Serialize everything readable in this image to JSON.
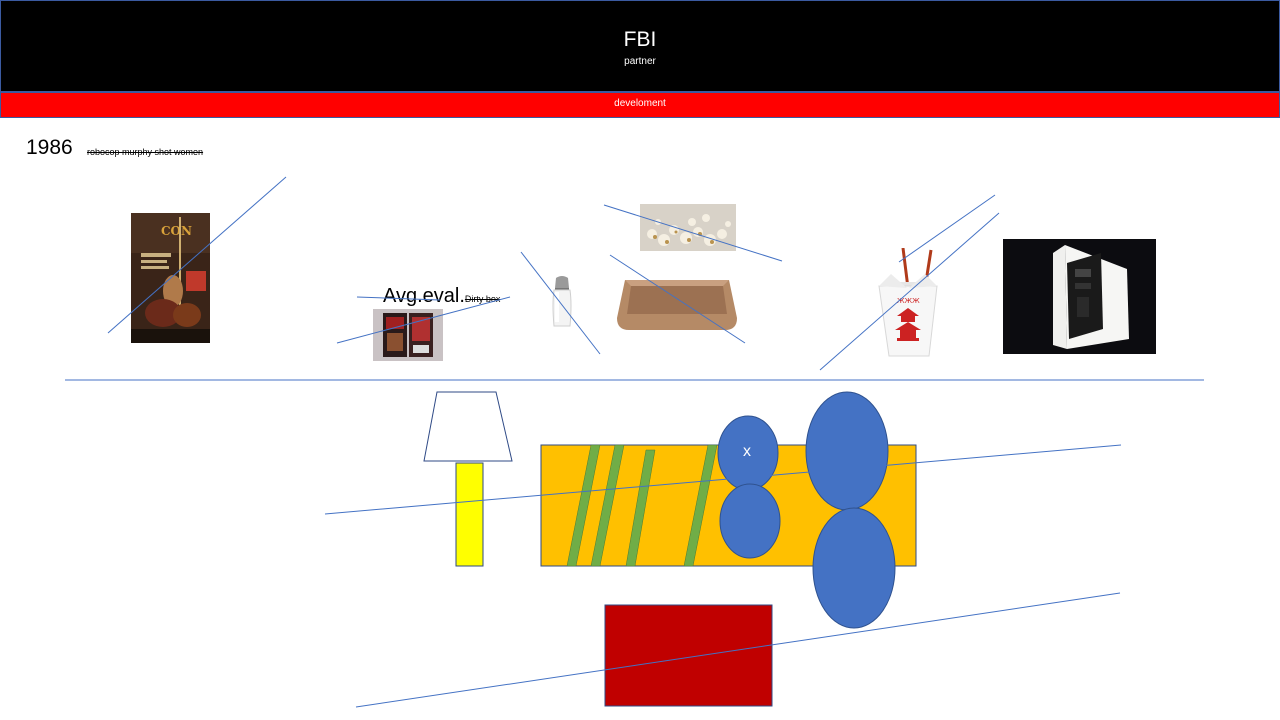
{
  "header": {
    "title": "FBI",
    "subtitle": "partner"
  },
  "band": {
    "label": "develoment"
  },
  "timeline": {
    "year": "1986",
    "note": "robocop murphy shot women"
  },
  "annotation": {
    "main": "Avg.eval.",
    "sub": "Dirty box"
  },
  "shape_label": "x",
  "colors": {
    "header_bg": "#000000",
    "band_bg": "#ff0000",
    "connector": "#4472c4",
    "circle_fill": "#4472c4",
    "bar_fill": "#ffc000",
    "stripe_fill": "#70ad47",
    "lamp_post": "#ffff00",
    "box_fill": "#c00000"
  },
  "images": {
    "poster": "movie-poster-image",
    "dvd": "dvd-cases-image",
    "salt": "salt-shaker-image",
    "popcorn": "popcorn-image",
    "tray": "baking-tray-image",
    "takeout": "takeout-box-image",
    "device": "tablet-device-image"
  }
}
